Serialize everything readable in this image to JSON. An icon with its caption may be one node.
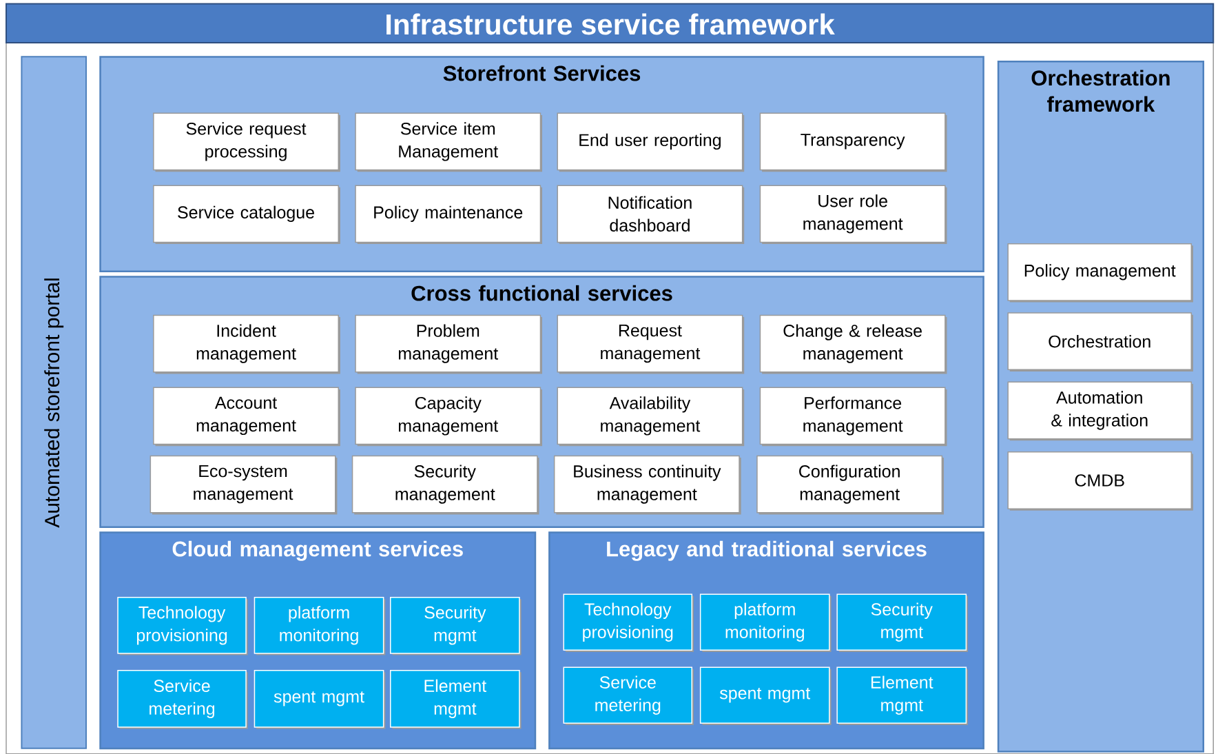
{
  "diagram": {
    "title": "Infrastructure service framework",
    "nodes": [
      {
        "text": [
          "Automated storefront portal"
        ]
      },
      {
        "text": [
          "Storefront Services"
        ]
      },
      {
        "text": [
          "Service request processing"
        ],
        "in": 1
      },
      {
        "text": [
          "Service item Management"
        ],
        "in": 1
      },
      {
        "text": [
          "End user reporting"
        ],
        "in": 1
      },
      {
        "text": [
          "Transparency"
        ],
        "in": 1
      },
      {
        "text": [
          "Service catalogue"
        ],
        "in": 1
      },
      {
        "text": [
          "Policy maintenance"
        ],
        "in": 1
      },
      {
        "text": [
          "Notification dashboard"
        ],
        "in": 1
      },
      {
        "text": [
          "User role management"
        ],
        "in": 1
      },
      {
        "text": [
          "Cross functional services"
        ]
      },
      {
        "text": [
          "Incident management"
        ],
        "in": 10
      },
      {
        "text": [
          "Problem management"
        ],
        "in": 10
      },
      {
        "text": [
          "Request management"
        ],
        "in": 10
      },
      {
        "text": [
          "Change & release management"
        ],
        "in": 10
      },
      {
        "text": [
          "Account management"
        ],
        "in": 10
      },
      {
        "text": [
          "Capacity management"
        ],
        "in": 10
      },
      {
        "text": [
          "Availability management"
        ],
        "in": 10
      },
      {
        "text": [
          "Performance management"
        ],
        "in": 10
      },
      {
        "text": [
          "Eco-system management"
        ],
        "in": 10
      },
      {
        "text": [
          "Security management"
        ],
        "in": 10
      },
      {
        "text": [
          "Business continuity management"
        ],
        "in": 10
      },
      {
        "text": [
          "Configuration management"
        ],
        "in": 10
      },
      {
        "text": [
          "Cloud management services"
        ]
      },
      {
        "text": [
          "Technology provisioning"
        ],
        "in": 23
      },
      {
        "text": [
          "platform monitoring"
        ],
        "in": 23
      },
      {
        "text": [
          "Security mgmt"
        ],
        "in": 23
      },
      {
        "text": [
          "Service metering"
        ],
        "in": 23
      },
      {
        "text": [
          "spent mgmt"
        ],
        "in": 23
      },
      {
        "text": [
          "Element mgmt"
        ],
        "in": 23
      },
      {
        "text": [
          "Legacy and traditional services"
        ]
      },
      {
        "text": [
          "Technology provisioning"
        ],
        "in": 30
      },
      {
        "text": [
          "platform monitoring"
        ],
        "in": 30
      },
      {
        "text": [
          "Security mgmt"
        ],
        "in": 30
      },
      {
        "text": [
          "Service metering"
        ],
        "in": 30
      },
      {
        "text": [
          "spent mgmt"
        ],
        "in": 30
      },
      {
        "text": [
          "Element mgmt"
        ],
        "in": 30
      },
      {
        "text": [
          "Orchestration framework"
        ]
      },
      {
        "text": [
          "Policy management"
        ],
        "in": 37
      },
      {
        "text": [
          "Orchestration"
        ],
        "in": 37
      },
      {
        "text": [
          "Automation & integration"
        ],
        "in": 37
      },
      {
        "text": [
          "CMDB"
        ],
        "in": 37
      }
    ]
  }
}
